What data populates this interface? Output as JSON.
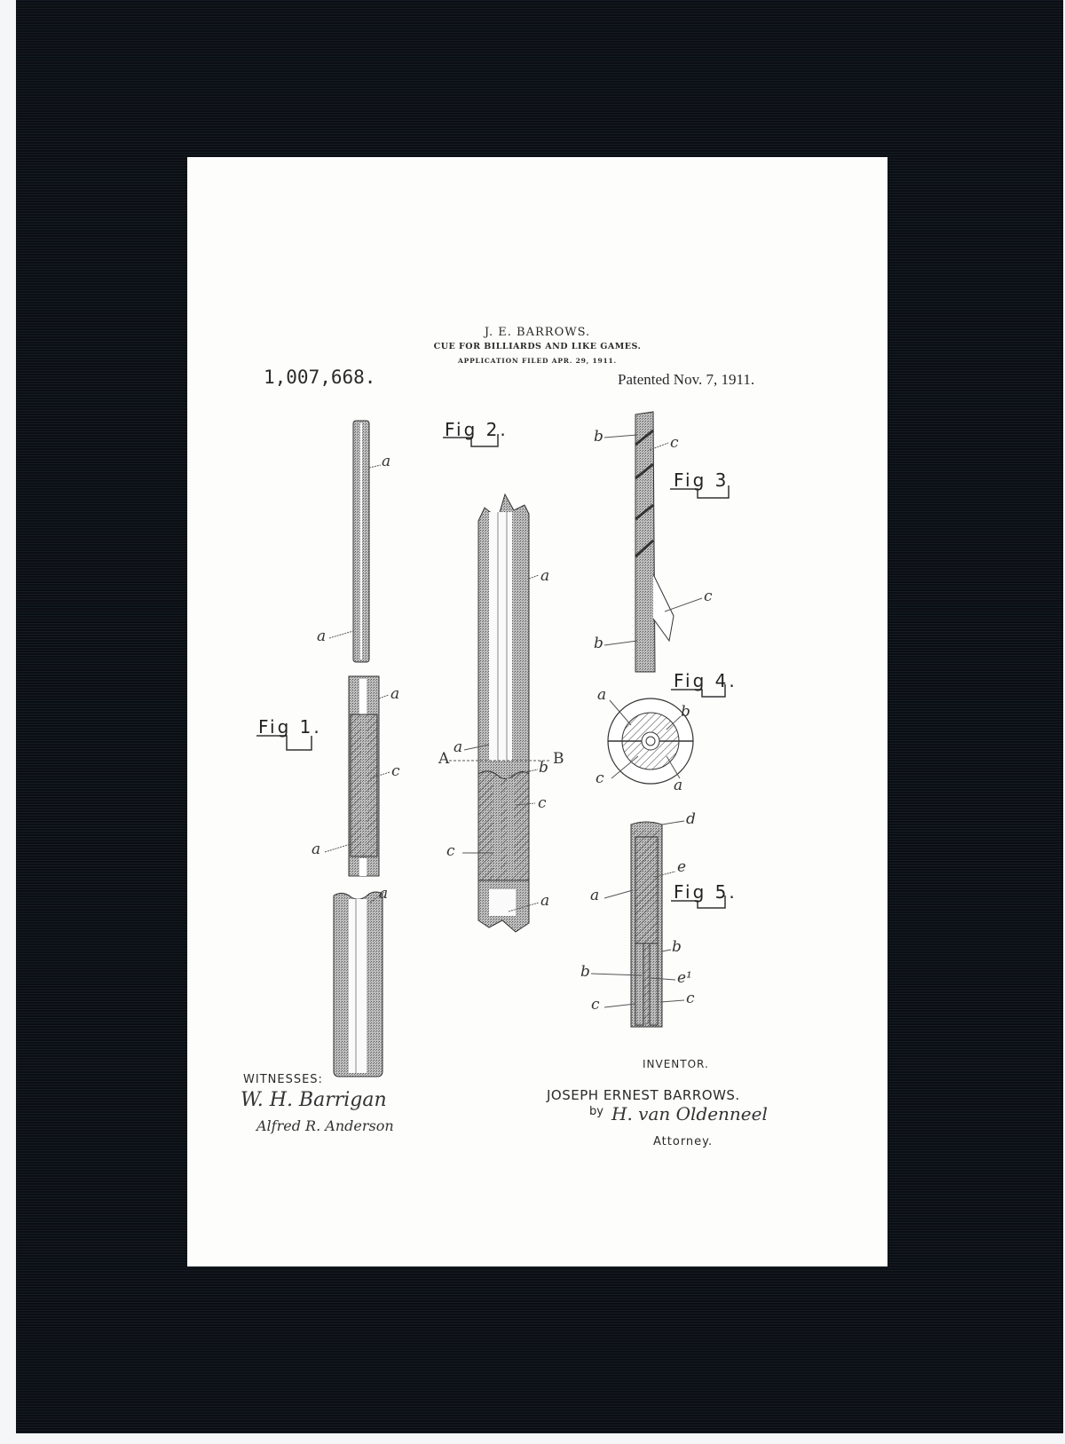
{
  "document": {
    "type": "framed patent drawing print",
    "mat_color": "#0b0f14",
    "paper_color": "#fdfdfc"
  },
  "header": {
    "inventor_short": "J. E. BARROWS.",
    "title": "CUE FOR BILLIARDS AND LIKE GAMES.",
    "application": "APPLICATION FILED APR. 29, 1911.",
    "patent_number": "1,007,668.",
    "patent_date": "Patented Nov. 7, 1911."
  },
  "figures": {
    "fig1": {
      "label": "Fig 1.",
      "parts": [
        "a",
        "a",
        "a",
        "c",
        "a",
        "a"
      ]
    },
    "fig2": {
      "label": "Fig 2.",
      "parts": [
        "a",
        "a",
        "A",
        "B",
        "b",
        "c",
        "c",
        "a"
      ]
    },
    "fig3": {
      "label": "Fig 3",
      "parts": [
        "b",
        "c",
        "c",
        "b"
      ]
    },
    "fig4": {
      "label": "Fig 4.",
      "parts": [
        "a",
        "b",
        "c",
        "a"
      ]
    },
    "fig5": {
      "label": "Fig 5.",
      "parts": [
        "d",
        "e",
        "a",
        "b",
        "b",
        "e1",
        "c",
        "c"
      ]
    }
  },
  "labels": {
    "a": "a",
    "b": "b",
    "c": "c",
    "d": "d",
    "e": "e",
    "e1": "e¹",
    "A": "A",
    "B": "B"
  },
  "footer": {
    "witnesses_label": "WITNESSES:",
    "witness_1": "W. H. Barrigan",
    "witness_2": "Alfred R. Anderson",
    "inventor_label": "INVENTOR.",
    "inventor_name": "JOSEPH ERNEST BARROWS.",
    "by": "by",
    "attorney_signature": "H. van Oldenneel",
    "attorney_label": "Attorney."
  }
}
